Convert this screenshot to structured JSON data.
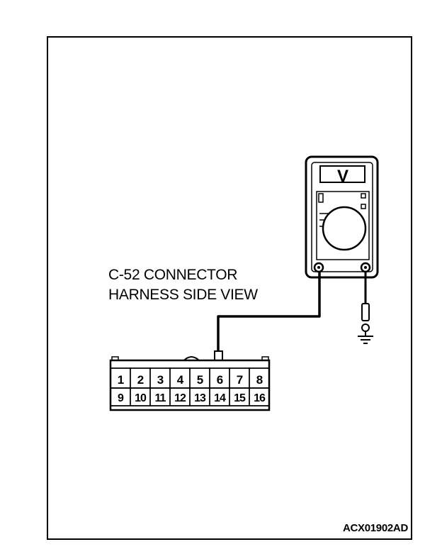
{
  "caption": {
    "line1": "C-52 CONNECTOR",
    "line2": "HARNESS SIDE VIEW"
  },
  "meter": {
    "display": "V"
  },
  "connector": {
    "top_row": [
      "1",
      "2",
      "3",
      "4",
      "5",
      "6",
      "7",
      "8"
    ],
    "bottom_row": [
      "9",
      "10",
      "11",
      "12",
      "13",
      "14",
      "15",
      "16"
    ]
  },
  "figure_code": "ACX01902AD"
}
